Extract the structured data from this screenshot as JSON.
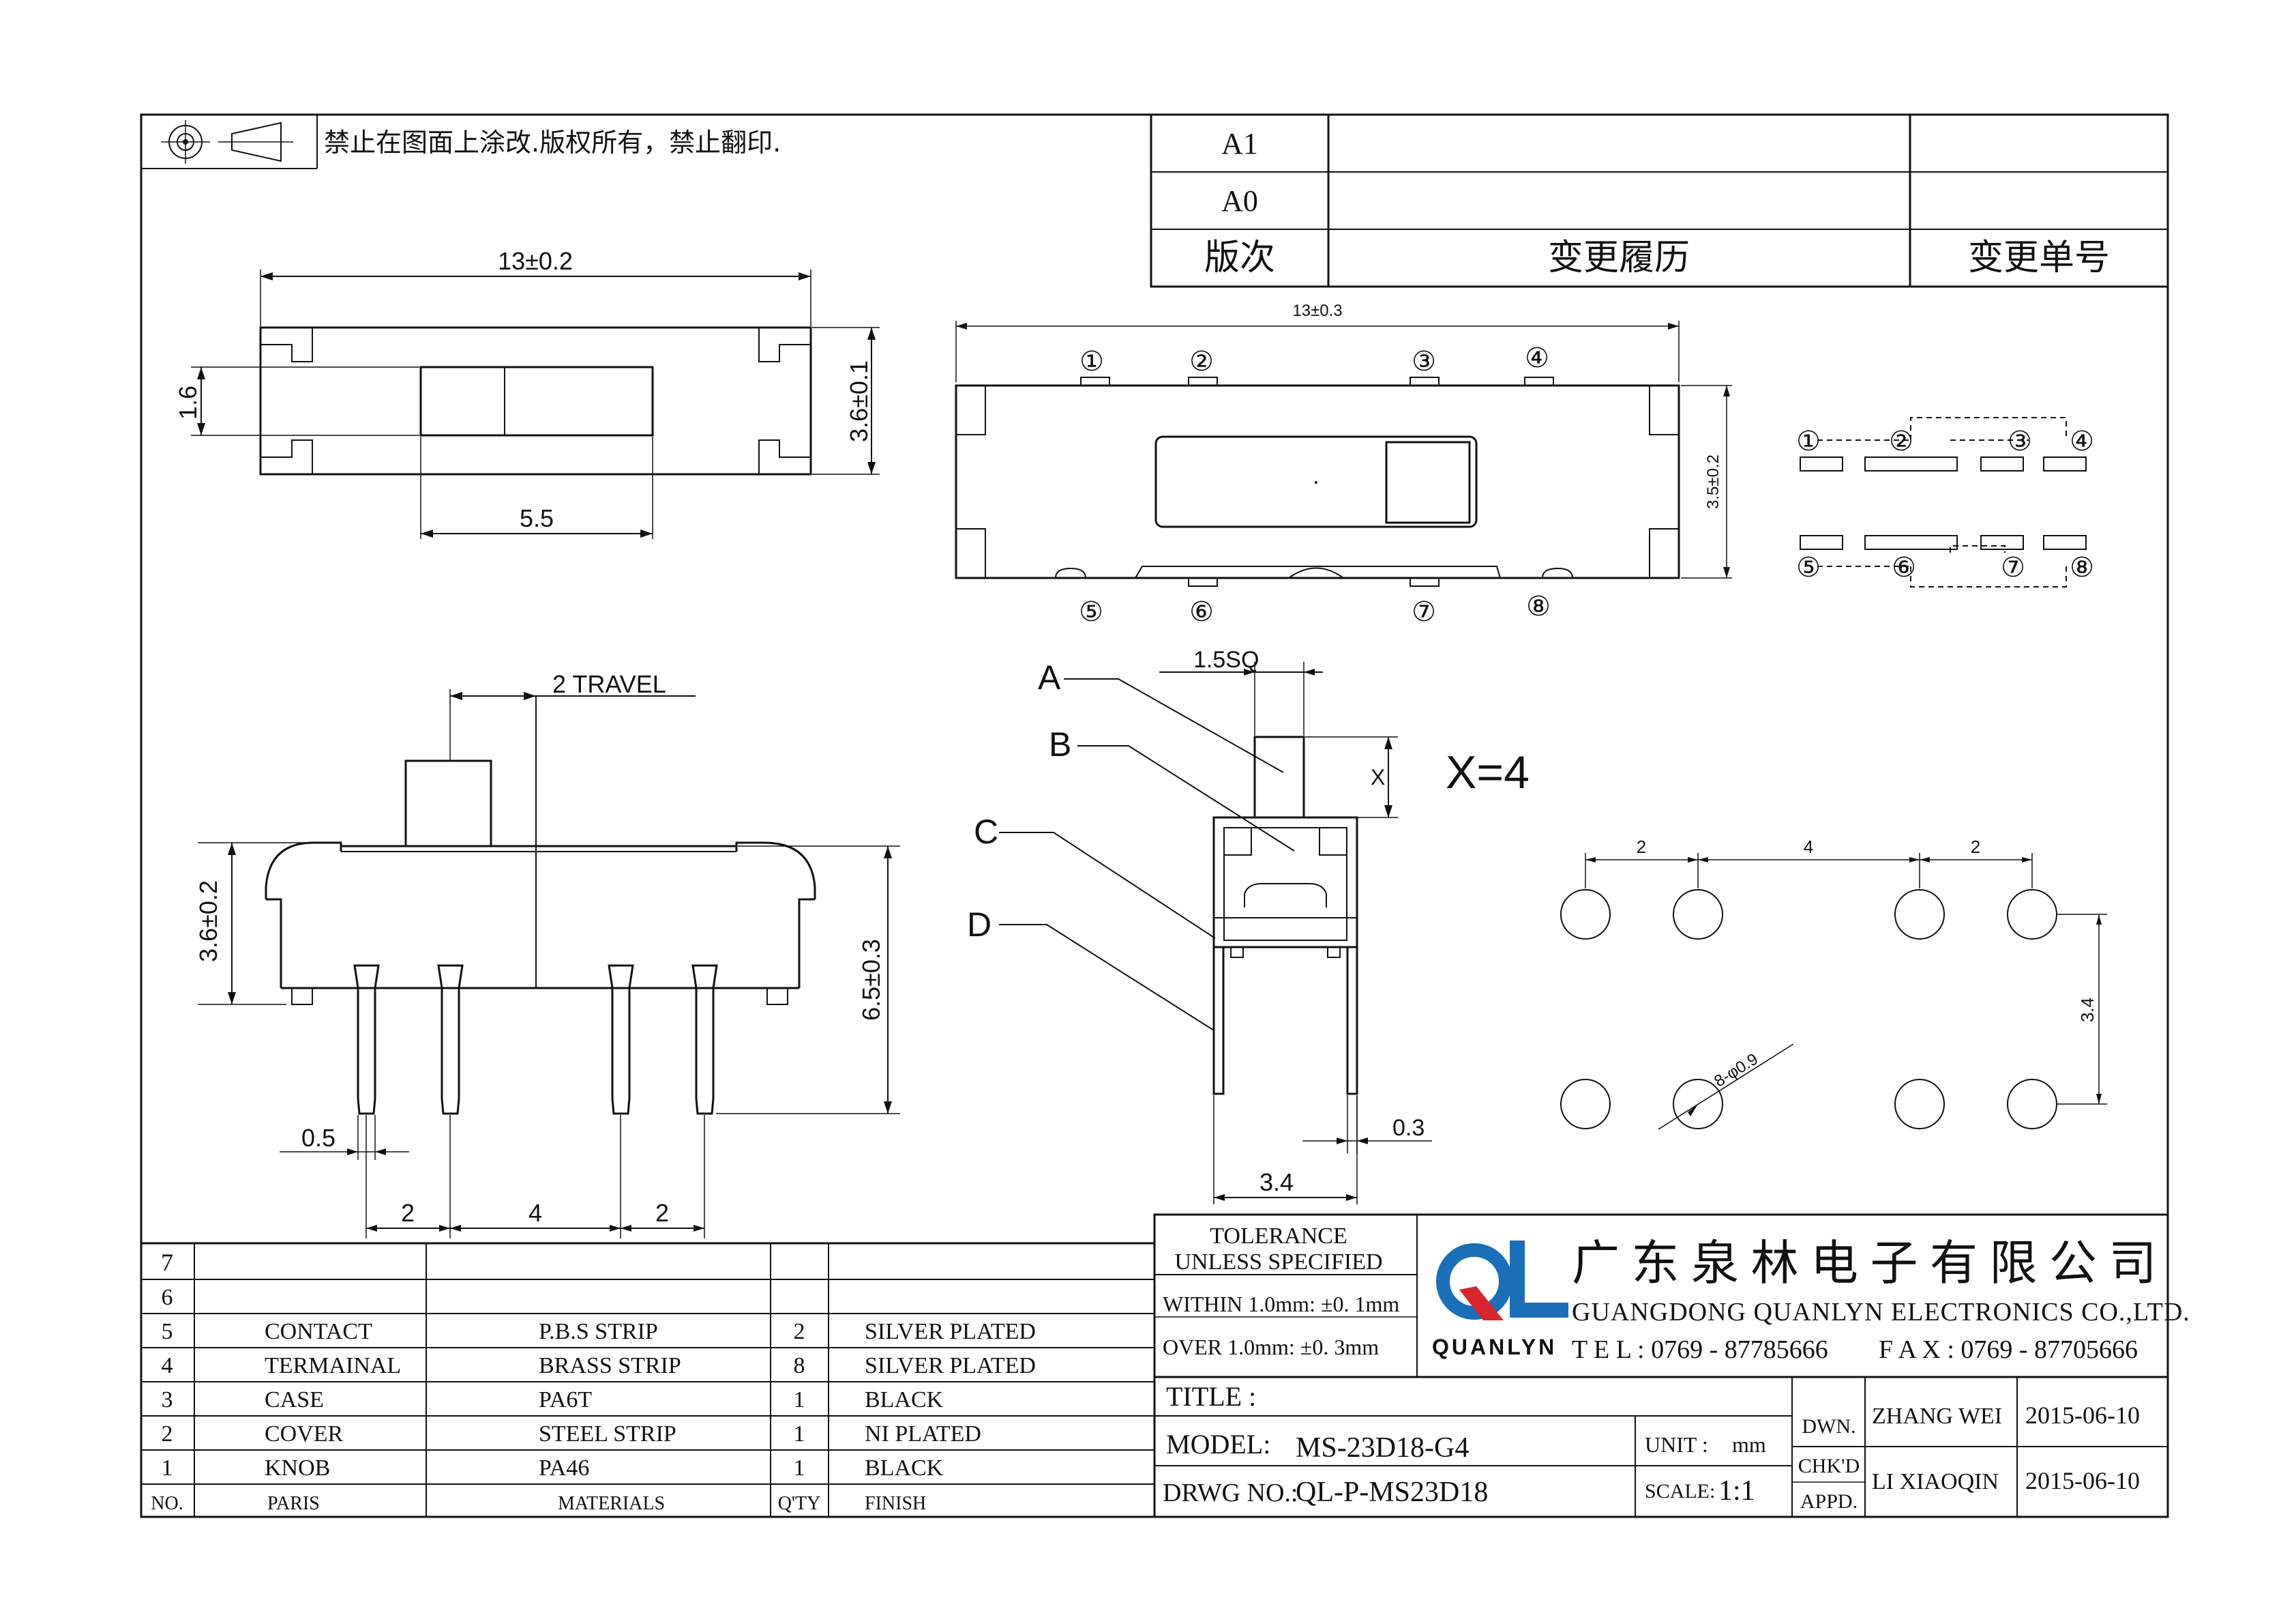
{
  "notice": "禁止在图面上涂改.版权所有，禁止翻印.",
  "revision_table": {
    "rows": [
      "A1",
      "A0"
    ],
    "headers": {
      "version": "版次",
      "history": "变更履历",
      "change_no": "变更单号"
    }
  },
  "top_view": {
    "width_dim": "13±0.2",
    "height_dim": "3.6±0.1",
    "knob_h": "1.6",
    "knob_w": "5.5"
  },
  "mid_view": {
    "width_dim": "13±0.3",
    "height_dim": "3.5±0.2",
    "top_pins": [
      "①",
      "②",
      "③",
      "④"
    ],
    "bottom_pins": [
      "⑤",
      "⑥",
      "⑦",
      "⑧"
    ]
  },
  "schematic": {
    "top": [
      "①",
      "②",
      "③",
      "④"
    ],
    "bottom": [
      "⑤",
      "⑥",
      "⑦",
      "⑧"
    ]
  },
  "side_view": {
    "travel": "2 TRAVEL",
    "height1": "3.6±0.2",
    "height2": "6.5±0.3",
    "pin_w": "0.5",
    "pitch": [
      "2",
      "4",
      "2"
    ]
  },
  "end_view": {
    "labels": [
      "A",
      "B",
      "C",
      "D"
    ],
    "sq": "1.5SQ",
    "x_dim": "X",
    "x_value": "X=4",
    "pin_w": "0.3",
    "width": "3.4"
  },
  "footprint": {
    "pitch": [
      "2",
      "4",
      "2"
    ],
    "row_gap": "3.4",
    "hole": "8-φ0.9"
  },
  "bom": {
    "row7": "7",
    "row6": "6",
    "headers": {
      "no": "NO.",
      "part": "PARIS",
      "material": "MATERIALS",
      "qty": "Q'TY",
      "finish": "FINISH"
    },
    "rows": [
      {
        "no": "5",
        "part": "CONTACT",
        "material": "P.B.S STRIP",
        "qty": "2",
        "finish": "SILVER PLATED"
      },
      {
        "no": "4",
        "part": "TERMAINAL",
        "material": "BRASS STRIP",
        "qty": "8",
        "finish": "SILVER PLATED"
      },
      {
        "no": "3",
        "part": "CASE",
        "material": "PA6T",
        "qty": "1",
        "finish": "BLACK"
      },
      {
        "no": "2",
        "part": "COVER",
        "material": "STEEL STRIP",
        "qty": "1",
        "finish": "NI PLATED"
      },
      {
        "no": "1",
        "part": "KNOB",
        "material": "PA46",
        "qty": "1",
        "finish": "BLACK"
      }
    ]
  },
  "tolerance": {
    "line1": "TOLERANCE",
    "line2": "UNLESS SPECIFIED",
    "line3": "WITHIN 1.0mm:  ±0. 1mm",
    "line4": "OVER 1.0mm:   ±0. 3mm"
  },
  "company": {
    "cn": "广 东 泉 林 电 子 有 限 公 司",
    "en": "GUANGDONG QUANLYN ELECTRONICS CO.,LTD.",
    "logo_text": "QUANLYN",
    "tel": "T E L : 0769 - 87785666",
    "fax": "F A X : 0769 - 87705666"
  },
  "title_block": {
    "title_label": "TITLE  :",
    "model_label": "MODEL:",
    "model": "MS-23D18-G4",
    "drwg_label": "DRWG NO.:",
    "drwg": "QL-P-MS23D18",
    "unit_label": "UNIT :",
    "unit": "mm",
    "scale_label": "SCALE:",
    "scale": "1:1",
    "dwn_label": "DWN.",
    "chkd_label": "CHK'D",
    "appd_label": "APPD.",
    "drawn_by": "ZHANG WEI",
    "drawn_date": "2015-06-10",
    "checked_by": "LI XIAOQIN",
    "checked_date": "2015-06-10"
  },
  "colors": {
    "logo_blue": "#1b6fb8",
    "logo_red": "#d8262c"
  }
}
